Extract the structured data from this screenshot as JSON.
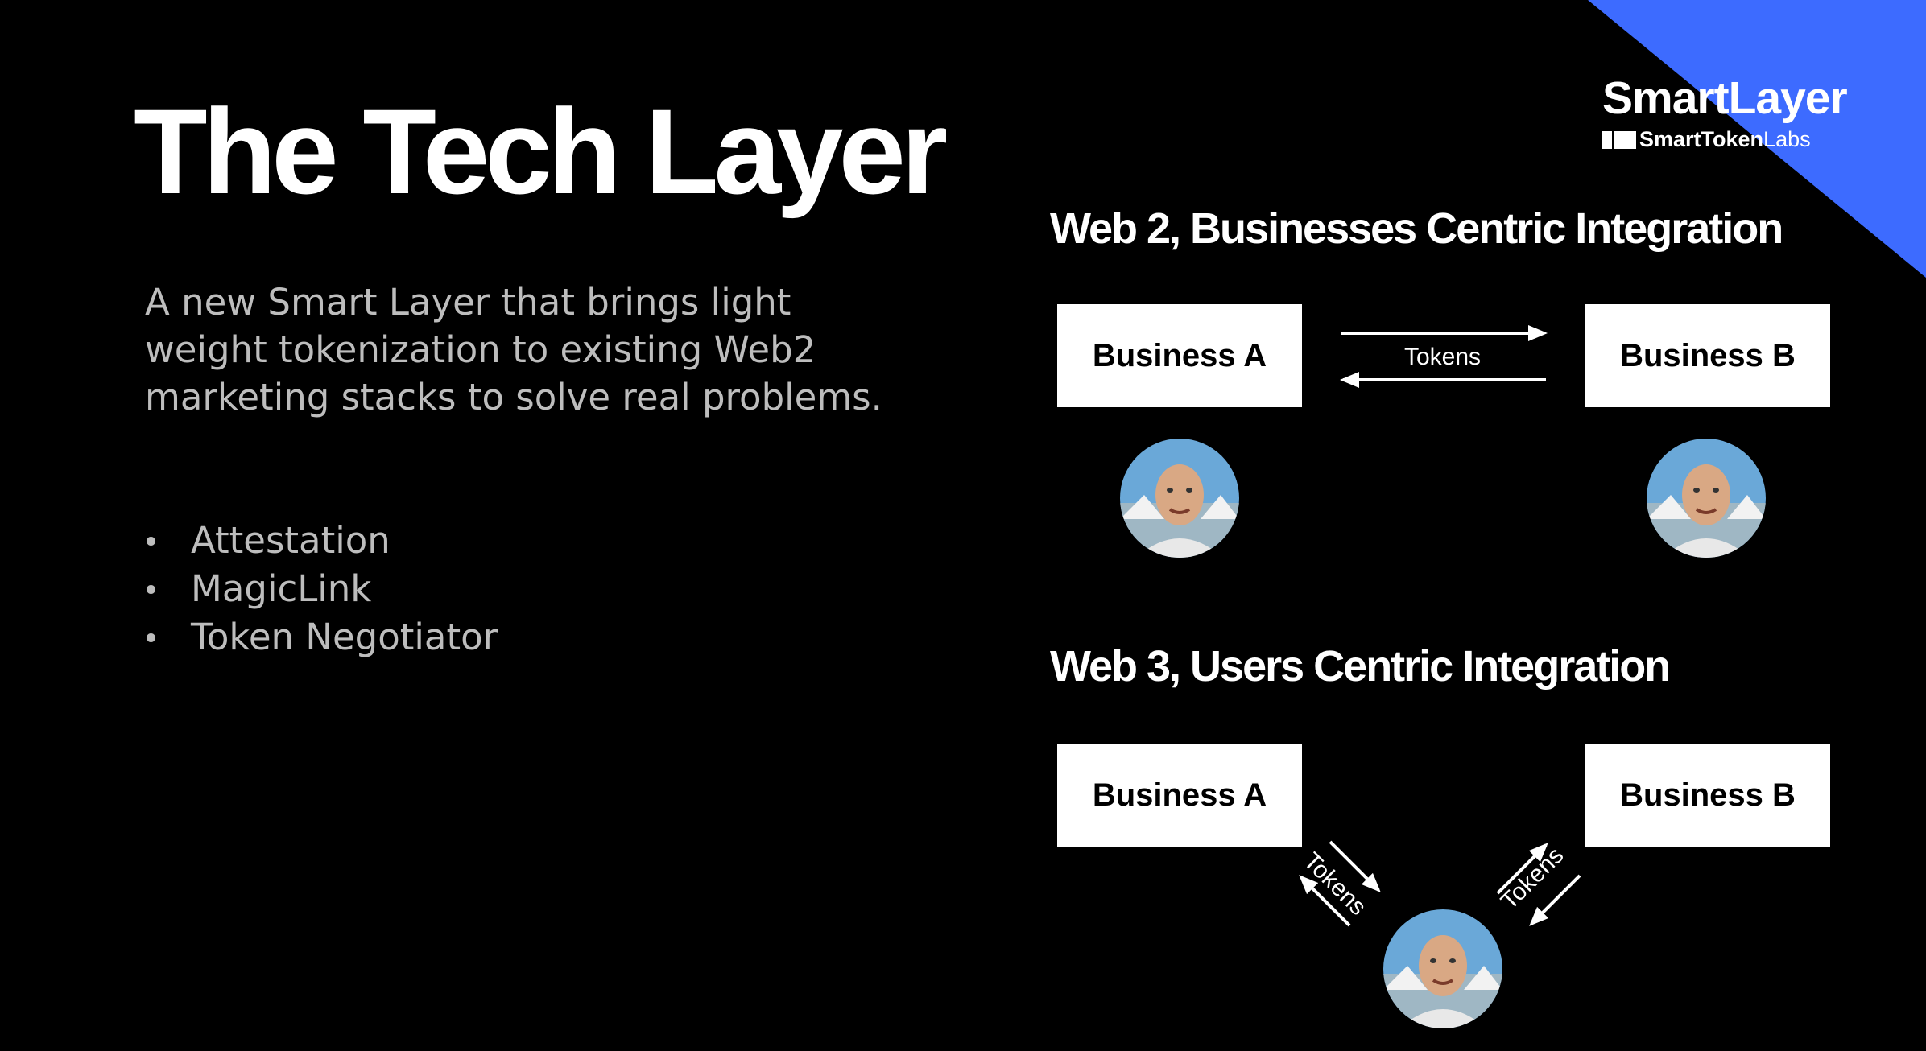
{
  "colors": {
    "background": "#000000",
    "accent": "#3d6bff",
    "box": "#ffffff",
    "body_text": "#bdbdbd"
  },
  "brand": {
    "name": "SmartLayer",
    "sub_bold": "SmartToken",
    "sub_light": "Labs"
  },
  "title": "The Tech Layer",
  "description": "A new Smart Layer that brings light weight tokenization to existing Web2 marketing stacks to solve real problems.",
  "bullets": [
    "Attestation",
    "MagicLink",
    "Token Negotiator"
  ],
  "web2": {
    "title": "Web 2, Businesses Centric Integration",
    "business_a": "Business A",
    "business_b": "Business B",
    "tokens_label": "Tokens"
  },
  "web3": {
    "title": "Web 3, Users Centric Integration",
    "business_a": "Business A",
    "business_b": "Business B",
    "tokens_left": "Tokens",
    "tokens_right": "Tokens"
  },
  "icons": [
    "user-avatar-icon",
    "arrow-right-icon",
    "arrow-left-icon",
    "smarttokenlabs-logo-icon"
  ]
}
